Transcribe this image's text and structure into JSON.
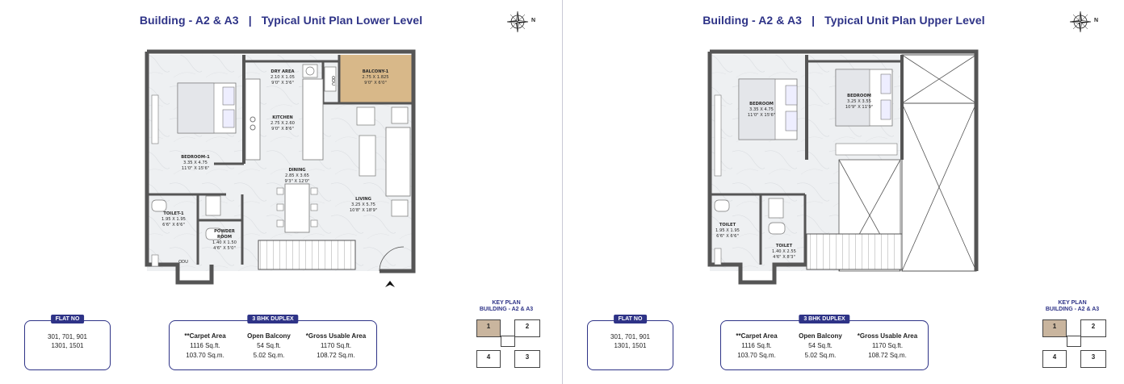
{
  "panels": [
    {
      "building": "Building - A2 & A3",
      "separator": "|",
      "subtitle": "Typical Unit Plan Lower Level",
      "compass_label": "N",
      "rooms": {
        "dry_area": [
          "DRY AREA",
          "2.10 X 1.05",
          "9'0\" X 3'6\""
        ],
        "balcony": [
          "BALCONY-1",
          "2.75 X 1.825",
          "9'0\" X 6'0\""
        ],
        "odu_top": "ODU",
        "kitchen": [
          "KITCHEN",
          "2.75 X 2.60",
          "9'0\" X 8'6\""
        ],
        "bedroom": [
          "BEDROOM-1",
          "3.35 X 4.75",
          "11'0\" X 15'6\""
        ],
        "dining": [
          "DINING",
          "2.85 X 3.65",
          "9'3\" X 12'0\""
        ],
        "living": [
          "LIVING",
          "3.25 X 5.75",
          "10'8\" X 18'9\""
        ],
        "toilet": [
          "TOILET-1",
          "1.95 X 1.95",
          "6'6\" X 6'6\""
        ],
        "powder": [
          "POWDER",
          "ROOM",
          "1.40 X 1.50",
          "4'6\" X 5'0\""
        ],
        "odu_bottom": "ODU"
      },
      "flat": {
        "tag": "FLAT NO",
        "line1": "301, 701, 901",
        "line2": "1301, 1501"
      },
      "area": {
        "tag": "3 BHK DUPLEX",
        "cols": [
          {
            "h": "**Carpet Area",
            "v1": "1116 Sq.ft.",
            "v2": "103.70 Sq.m."
          },
          {
            "h": "Open Balcony",
            "v1": "54 Sq.ft.",
            "v2": "5.02 Sq.m."
          },
          {
            "h": "*Gross Usable Area",
            "v1": "1170 Sq.ft.",
            "v2": "108.72 Sq.m."
          }
        ]
      },
      "key_plan": {
        "title1": "KEY PLAN",
        "title2": "BUILDING - A2 & A3",
        "cells": [
          "1",
          "2",
          "4",
          "3"
        ],
        "highlight": "1"
      }
    },
    {
      "building": "Building - A2 & A3",
      "separator": "|",
      "subtitle": "Typical Unit Plan Upper Level",
      "compass_label": "N",
      "rooms": {
        "bedroom_a": [
          "BEDROOM",
          "3.35 X 4.75",
          "11'0\" X 15'6\""
        ],
        "bedroom_b": [
          "BEDROOM",
          "3.25 X 3.55",
          "10'9\" X 11'9\""
        ],
        "toilet_a": [
          "TOILET",
          "1.95 X 1.95",
          "6'6\" X 6'6\""
        ],
        "toilet_b": [
          "TOILET",
          "1.40 X 2.55",
          "4'6\" X 8'3\""
        ]
      },
      "flat": {
        "tag": "FLAT NO",
        "line1": "301, 701, 901",
        "line2": "1301, 1501"
      },
      "area": {
        "tag": "3 BHK DUPLEX",
        "cols": [
          {
            "h": "**Carpet Area",
            "v1": "1116 Sq.ft.",
            "v2": "103.70 Sq.m."
          },
          {
            "h": "Open Balcony",
            "v1": "54 Sq.ft.",
            "v2": "5.02 Sq.m."
          },
          {
            "h": "*Gross Usable Area",
            "v1": "1170 Sq.ft.",
            "v2": "108.72 Sq.m."
          }
        ]
      },
      "key_plan": {
        "title1": "KEY PLAN",
        "title2": "BUILDING - A2 & A3",
        "cells": [
          "1",
          "2",
          "4",
          "3"
        ],
        "highlight": "1"
      }
    }
  ],
  "colors": {
    "navy": "#2e3387",
    "wall": "#555555",
    "marble": "#eef0f2",
    "wood": "#d8b889",
    "key_highlight": "#c9b59e"
  }
}
